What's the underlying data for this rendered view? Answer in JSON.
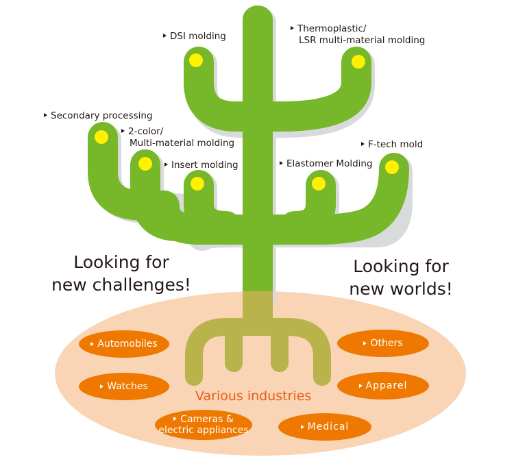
{
  "colors": {
    "branch_green": "#76b82a",
    "shadow_gray": "#d9dadb",
    "bud_yellow": "#fff100",
    "root_olive": "#b8b34a",
    "ground_peach": "#f9d4b5",
    "pill_orange": "#ee7800",
    "industries_text": "#ea5d17"
  },
  "branches": [
    {
      "id": "dsi",
      "label": "DSI molding"
    },
    {
      "id": "thermoplastic",
      "label_line1": "Thermoplastic/",
      "label_line2": "LSR multi-material molding"
    },
    {
      "id": "secondary",
      "label": "Secondary processing"
    },
    {
      "id": "two-color",
      "label_line1": "2-color/",
      "label_line2": "Multi-material molding"
    },
    {
      "id": "insert",
      "label": "Insert molding"
    },
    {
      "id": "elastomer",
      "label": "Elastomer Molding"
    },
    {
      "id": "ftech",
      "label": "F-tech mold"
    }
  ],
  "slogans": {
    "left_line1": "Looking for",
    "left_line2": "new challenges!",
    "right_line1": "Looking for",
    "right_line2": "new worlds!"
  },
  "ground": {
    "title": "Various industries",
    "industries": [
      {
        "id": "automobiles",
        "label": "Automobiles"
      },
      {
        "id": "watches",
        "label": "Watches"
      },
      {
        "id": "cameras",
        "label_line1": "Cameras &",
        "label_line2": "electric appliances"
      },
      {
        "id": "medical",
        "label": "Medical"
      },
      {
        "id": "apparel",
        "label": "Apparel"
      },
      {
        "id": "others",
        "label": "Others"
      }
    ]
  }
}
